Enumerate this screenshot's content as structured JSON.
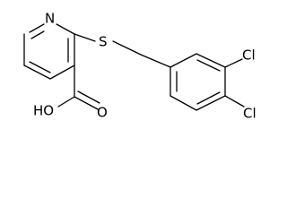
{
  "molecule": {
    "atoms": {
      "nitrogen": "N",
      "sulfur": "S",
      "chlorine_top": "Cl",
      "chlorine_bottom": "Cl",
      "hydroxyl": "HO",
      "carbonyl_oxygen": "O"
    }
  }
}
